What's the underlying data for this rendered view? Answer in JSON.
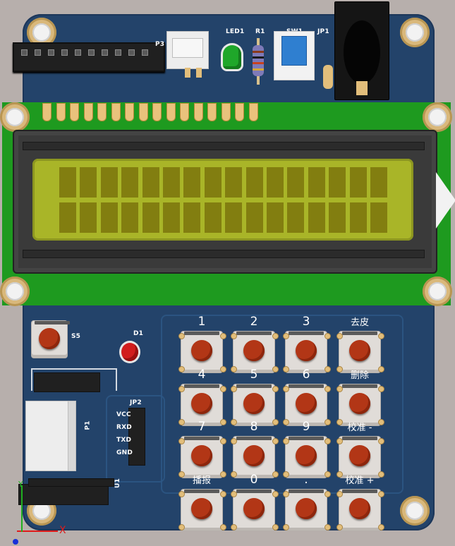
{
  "silkscreen": {
    "header": "P3",
    "led1": "LED1",
    "r1": "R1",
    "sw1": "SW1",
    "jp1": "JP1",
    "s5": "S5",
    "d1": "D1",
    "jp2": "JP2",
    "p1": "P1",
    "u1": "U1",
    "vcc": "VCC",
    "rxd": "RXD",
    "txd": "TXD",
    "gnd": "GND"
  },
  "keypad": {
    "rows": [
      [
        "1",
        "2",
        "3",
        "去皮"
      ],
      [
        "4",
        "5",
        "6",
        "删除"
      ],
      [
        "7",
        "8",
        "9",
        "校准 -"
      ],
      [
        "播报",
        "0",
        ".",
        "校准 +"
      ]
    ]
  },
  "lcd": {
    "rows": 2,
    "cols": 16,
    "backlight": "#a9b528"
  },
  "axis": {
    "x": "X",
    "y": "Y"
  },
  "colors": {
    "pcb": "#23436a",
    "lcd_board": "#1e9a1f",
    "keycap": "#b23616"
  }
}
